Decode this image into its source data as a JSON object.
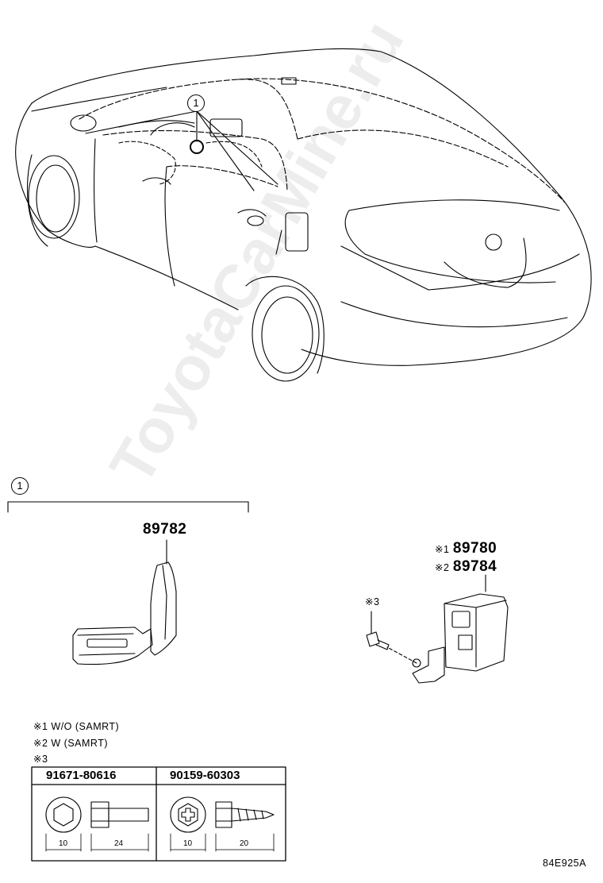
{
  "callout_main": "1",
  "section_callout": "1",
  "part_89782": "89782",
  "parts_ref": [
    {
      "mark": "※1",
      "number": "89780"
    },
    {
      "mark": "※2",
      "number": "89784"
    }
  ],
  "screw_mark": "※3",
  "notes": [
    "※1 W/O (SAMRT)",
    "※2 W (SAMRT)",
    "※3"
  ],
  "fasteners": [
    {
      "number": "91671-80616",
      "head_dim": "10",
      "length_dim": "24"
    },
    {
      "number": "90159-60303",
      "head_dim": "10",
      "length_dim": "20"
    }
  ],
  "diagram_code": "84E925A",
  "watermark": "ToyotaCarMine.ru"
}
